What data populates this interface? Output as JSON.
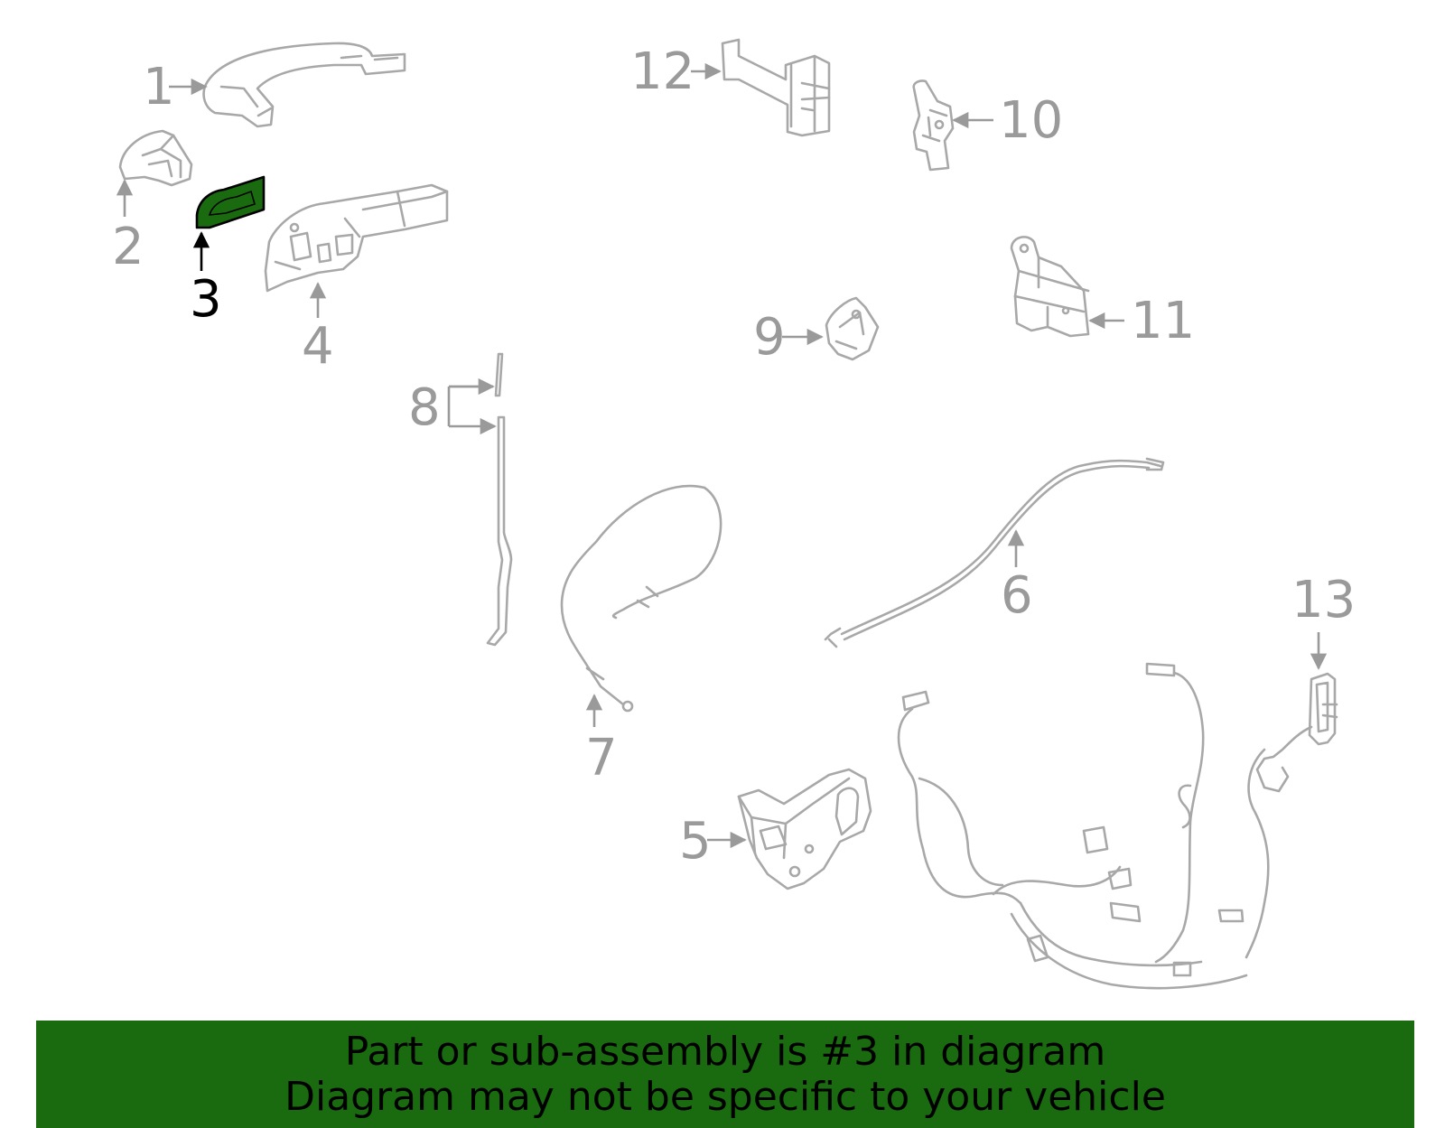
{
  "callouts": {
    "c1": "1",
    "c2": "2",
    "c3": "3",
    "c4": "4",
    "c5": "5",
    "c6": "6",
    "c7": "7",
    "c8": "8",
    "c9": "9",
    "c10": "10",
    "c11": "11",
    "c12": "12",
    "c13": "13"
  },
  "highlight": {
    "part": "3",
    "color": "#1a6b0f"
  },
  "colors": {
    "line": "#a8a8a8",
    "banner": "#1a6b0f",
    "highlight_text": "#000000"
  },
  "banner": {
    "line1": "Part or sub-assembly is #3 in diagram",
    "line2": "Diagram may not be specific to your vehicle"
  }
}
